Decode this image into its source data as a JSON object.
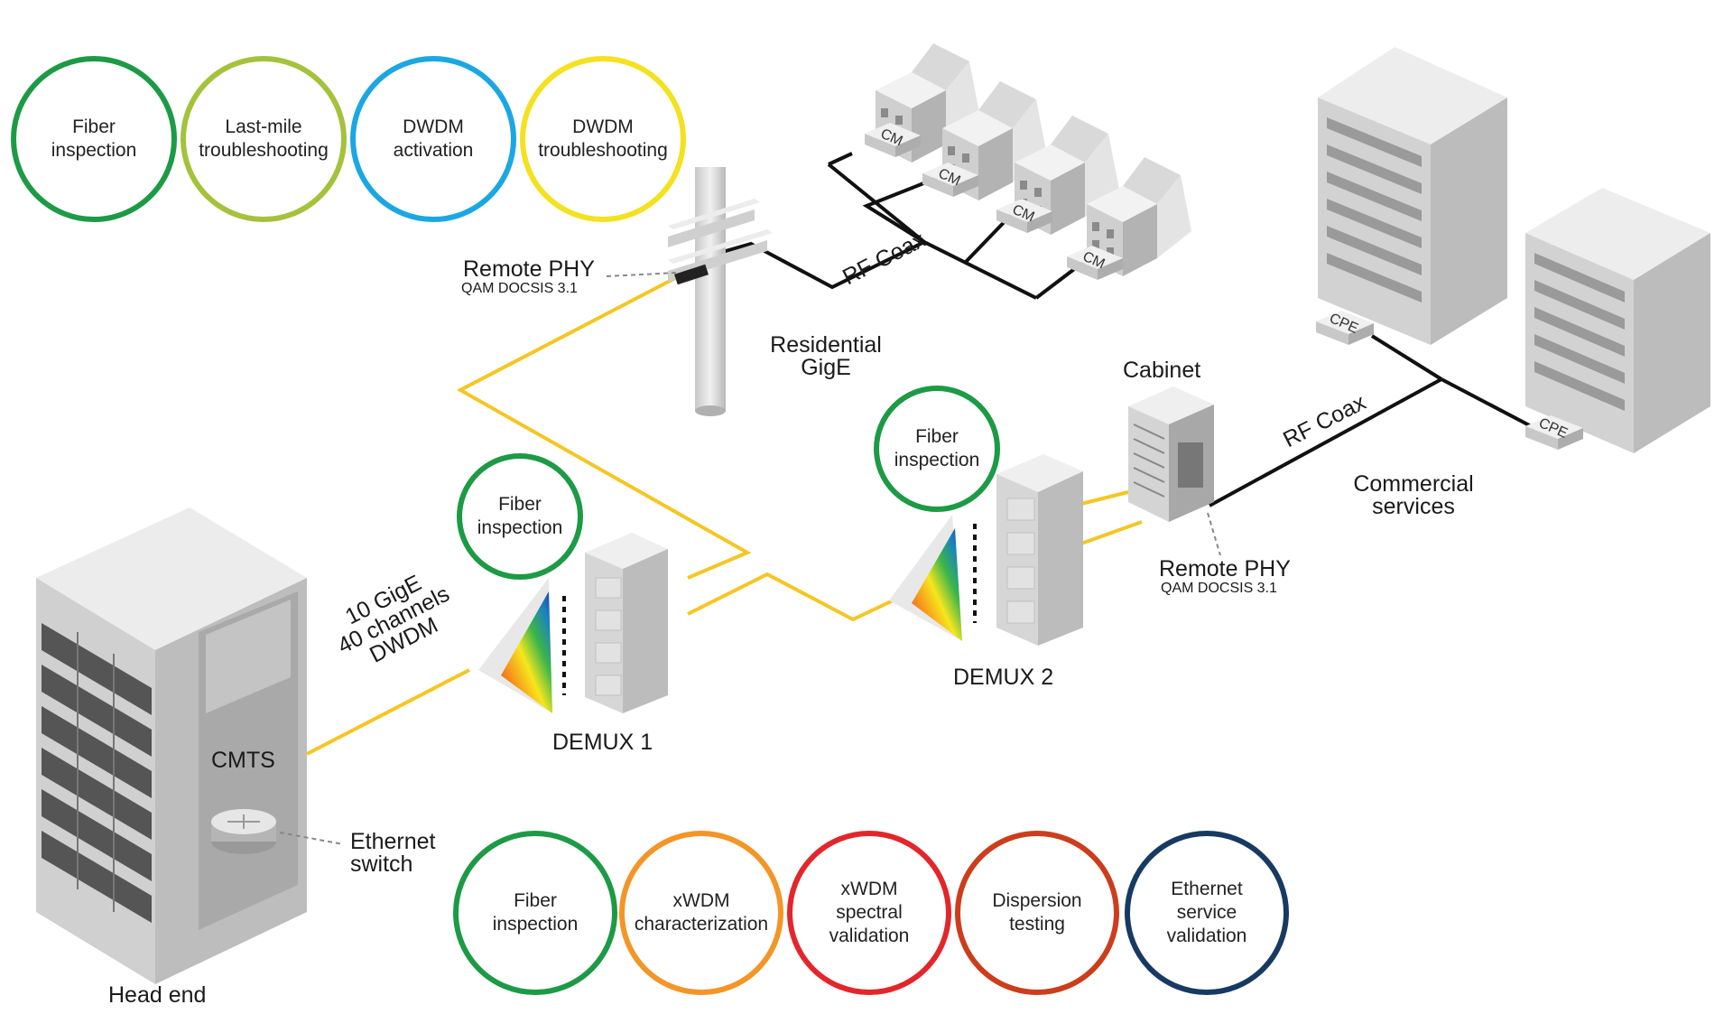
{
  "palette": {
    "fiber": "#f5c623",
    "coax": "#111111",
    "building": "#d3d3d3",
    "c_green": "#1d9a45",
    "c_lime": "#a4c23b",
    "c_blue": "#1ba7e2",
    "c_yellow": "#f4e11f",
    "c_orange": "#f39527",
    "c_red": "#e3262b",
    "c_darkred": "#cc3d1c",
    "c_navy": "#173a63"
  },
  "top_circles": [
    {
      "label": "Fiber\ninspection",
      "color": "#1d9a45"
    },
    {
      "label": "Last-mile\ntroubleshooting",
      "color": "#a4c23b"
    },
    {
      "label": "DWDM\nactivation",
      "color": "#1ba7e2"
    },
    {
      "label": "DWDM\ntroubleshooting",
      "color": "#f4e11f"
    }
  ],
  "bottom_circles": [
    {
      "label": "Fiber\ninspection",
      "color": "#1d9a45"
    },
    {
      "label": "xWDM\ncharacterization",
      "color": "#f39527"
    },
    {
      "label": "xWDM\nspectral\nvalidation",
      "color": "#e3262b"
    },
    {
      "label": "Dispersion\ntesting",
      "color": "#cc3d1c"
    },
    {
      "label": "Ethernet\nservice\nvalidation",
      "color": "#173a63"
    }
  ],
  "demux1_circle": {
    "label": "Fiber\ninspection",
    "color": "#1d9a45"
  },
  "demux2_circle": {
    "label": "Fiber\ninspection",
    "color": "#1d9a45"
  },
  "labels": {
    "remote_phy_1": "Remote PHY",
    "qam_1": "QAM DOCSIS 3.1",
    "rf_coax_1": "RF Coax",
    "residential": "Residential\nGigE",
    "cabinet": "Cabinet",
    "rf_coax_2": "RF Coax",
    "commercial": "Commercial\nservices",
    "remote_phy_2": "Remote PHY",
    "qam_2": "QAM DOCSIS 3.1",
    "dwdm": "10 GigE\n40 channels\nDWDM",
    "demux1": "DEMUX 1",
    "demux2": "DEMUX 2",
    "cmts": "CMTS",
    "ethernet_switch": "Ethernet\nswitch",
    "head_end": "Head end"
  },
  "cm_label": "CM",
  "cpe_label": "CPE"
}
